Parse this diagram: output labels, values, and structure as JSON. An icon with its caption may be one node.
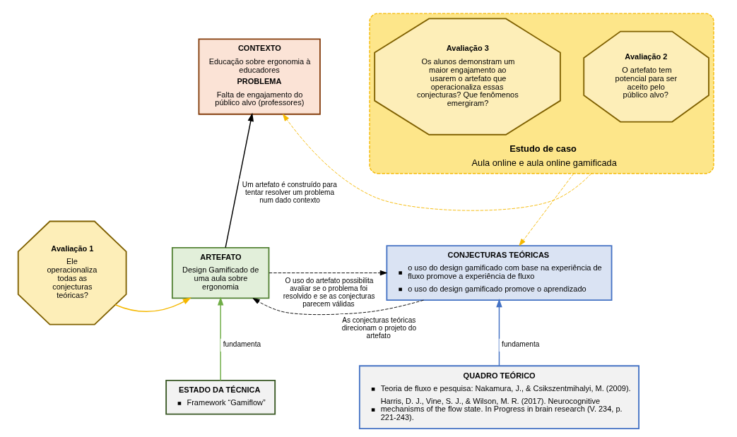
{
  "diagram": {
    "nodes": [
      {
        "text": [
          "CONTEXTO",
          "Educação sobre ergonomia à educadores",
          "PROBLEMA",
          "Falta de engajamento do público alvo (professores)"
        ]
      },
      {
        "text": [
          "Estudo de caso",
          "Aula online e aula online gamificada"
        ]
      },
      {
        "text": [
          "Avaliação 2",
          "O artefato tem potencial para ser aceito pelo público alvo?"
        ],
        "in": 1
      },
      {
        "text": [
          "Avaliação 3",
          "Os alunos demonstram um maior engajamento ao usarem o artefato que operacionaliza essas conjecturas? Que fenômenos emergiram?"
        ],
        "in": 1
      },
      {
        "text": [
          "Avaliação 1",
          "Ele operacionaliza todas as conjecturas teóricas?"
        ]
      },
      {
        "text": [
          "ARTEFATO",
          "Design Gamificado de uma aula sobre ergonomia"
        ]
      },
      {
        "text": [
          "CONJECTURAS TEÓRICAS",
          "o uso do design gamificado com base na experiência de fluxo promove a experiência de fluxo",
          "o uso do design gamificado promove o aprendizado"
        ]
      },
      {
        "text": [
          "ESTADO DA TÉCNICA",
          "Framework “Gamiflow”"
        ]
      },
      {
        "text": [
          "QUADRO TEÓRICO",
          "Teoria de fluxo e pesquisa: Nakamura, J., & Csikszentmihalyi, M. (2009).",
          "Harris, D. J., Vine, S. J., & Wilson, M. R. (2017). Neurocognitive mechanisms of the flow state. In Progress in brain research (V. 234, p. 221-243)."
        ]
      }
    ],
    "edges": [
      {
        "from": 1,
        "to": 0,
        "arrow": "to",
        "style": "dashed",
        "color": "#f5b800"
      },
      {
        "from": 1,
        "to": 6,
        "arrow": "to",
        "style": "dashed",
        "color": "#f5b800"
      },
      {
        "from": 4,
        "to": 5,
        "arrow": "to",
        "color": "#f5b800"
      },
      {
        "from": 5,
        "to": 0,
        "arrow": "to",
        "color": "#000000",
        "label": "Um artefato é construído para tentar resolver um problema num dado contexto"
      },
      {
        "from": 5,
        "to": 6,
        "arrow": "to",
        "style": "dashed",
        "color": "#000000",
        "label": "O uso do artefato possibilita avaliar se o problema foi resolvido e se as conjecturas parecem válidas"
      },
      {
        "from": 6,
        "to": 5,
        "arrow": "to",
        "style": "dashed",
        "color": "#000000",
        "label": "As conjecturas teóricas direcionam o projeto do artefato"
      },
      {
        "from": 7,
        "to": 5,
        "arrow": "to",
        "color": "#70ad47",
        "label": "fundamenta"
      },
      {
        "from": 8,
        "to": 6,
        "arrow": "to",
        "color": "#4472c4",
        "label": "fundamenta"
      }
    ]
  }
}
